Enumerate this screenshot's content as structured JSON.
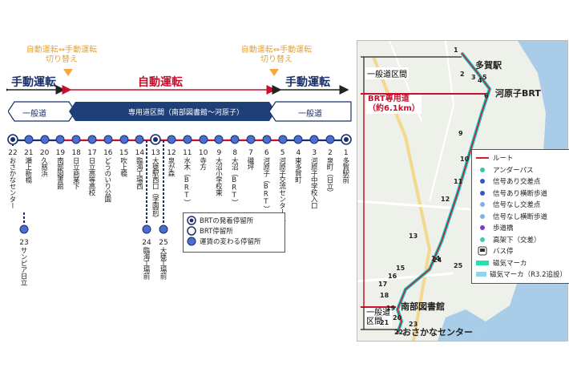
{
  "switch_label_left": "自動運転⇔手動運転\n切り替え",
  "switch_label_right": "自動運転⇔手動運転\n切り替え",
  "mode_manual_left": "手動運転",
  "mode_auto": "自動運転",
  "mode_manual_right": "手動運転",
  "segment_general_left": "一般道",
  "segment_dedicated": "専用道区間（南部図書館～河原子）",
  "segment_general_right": "一般道",
  "stations": [
    {
      "num": "22",
      "name": "おさかなセンター"
    },
    {
      "num": "21",
      "name": "瀬上新橋"
    },
    {
      "num": "20",
      "name": "久慈浜"
    },
    {
      "num": "19",
      "name": "南部図書館"
    },
    {
      "num": "18",
      "name": "日立商業下"
    },
    {
      "num": "17",
      "name": "日立高等高校"
    },
    {
      "num": "16",
      "name": "どうのいり公園"
    },
    {
      "num": "15",
      "name": "吹上橋"
    },
    {
      "num": "14",
      "name": "臨海工場西"
    },
    {
      "num": "13",
      "name": "大甕駅西口（学園前）"
    },
    {
      "num": "12",
      "name": "泉が森"
    },
    {
      "num": "11",
      "name": "水木（BRT）"
    },
    {
      "num": "10",
      "name": "寺方"
    },
    {
      "num": "9",
      "name": "大沼小学校東"
    },
    {
      "num": "8",
      "name": "大沼（BRT）"
    },
    {
      "num": "7",
      "name": "磯坪"
    },
    {
      "num": "6",
      "name": "河原子（BRT）"
    },
    {
      "num": "5",
      "name": "河原子交流センター入口"
    },
    {
      "num": "4",
      "name": "東多賀町"
    },
    {
      "num": "3",
      "name": "河原子中学校入口"
    },
    {
      "num": "2",
      "name": "泉町（日立）"
    },
    {
      "num": "1",
      "name": "多賀駅前"
    }
  ],
  "branch_stations": [
    {
      "num": "23",
      "name": "サンピア日立"
    },
    {
      "num": "24",
      "name": "臨海工場前"
    },
    {
      "num": "25",
      "name": "大甕工場前"
    }
  ],
  "stop_legend": {
    "terminal": "BRTの発着停留所",
    "brt_stop": "BRT停留所",
    "fare_change": "運賃の変わる停留所"
  },
  "map": {
    "label_taga": "多賀駅",
    "label_kawarago": "河原子BRT",
    "label_nanbu": "南部図書館",
    "label_osakana": "おさかなセンター",
    "label_general_top": "一般道区間",
    "label_brt_road": "BRT専用道\n（約6.1km）",
    "label_general_bottom": "一般道\n区間",
    "map_numbers": [
      "1",
      "2",
      "3",
      "4",
      "5",
      "6",
      "9",
      "10",
      "11",
      "12",
      "13",
      "14",
      "15",
      "16",
      "17",
      "18",
      "19",
      "20",
      "21",
      "22",
      "23",
      "24",
      "25"
    ]
  },
  "map_legend": {
    "items": [
      {
        "label": "ルート",
        "icon": "red-line-icon",
        "color": "#d0202a"
      },
      {
        "label": "アンダーパス",
        "icon": "dot-icon",
        "color": "#3cc4a8"
      },
      {
        "label": "信号あり交差点",
        "icon": "dot-icon",
        "color": "#3a56c0"
      },
      {
        "label": "信号あり横断歩道",
        "icon": "dot-icon",
        "color": "#3a56c0"
      },
      {
        "label": "信号なし交差点",
        "icon": "dot-icon",
        "color": "#7fb1e8"
      },
      {
        "label": "信号なし横断歩道",
        "icon": "dot-icon",
        "color": "#7fb1e8"
      },
      {
        "label": "歩道橋",
        "icon": "dot-icon",
        "color": "#7c3ec0"
      },
      {
        "label": "高架下（交差）",
        "icon": "dot-icon",
        "color": "#46c9b4"
      },
      {
        "label": "バス停",
        "icon": "bus-stop-icon",
        "color": "#333333"
      },
      {
        "label": "磁気マーカ",
        "icon": "bar-icon",
        "color": "#22e0b0"
      },
      {
        "label": "磁気マーカ（R3.2追設）",
        "icon": "bar-icon",
        "color": "#8ad8ee"
      }
    ]
  }
}
